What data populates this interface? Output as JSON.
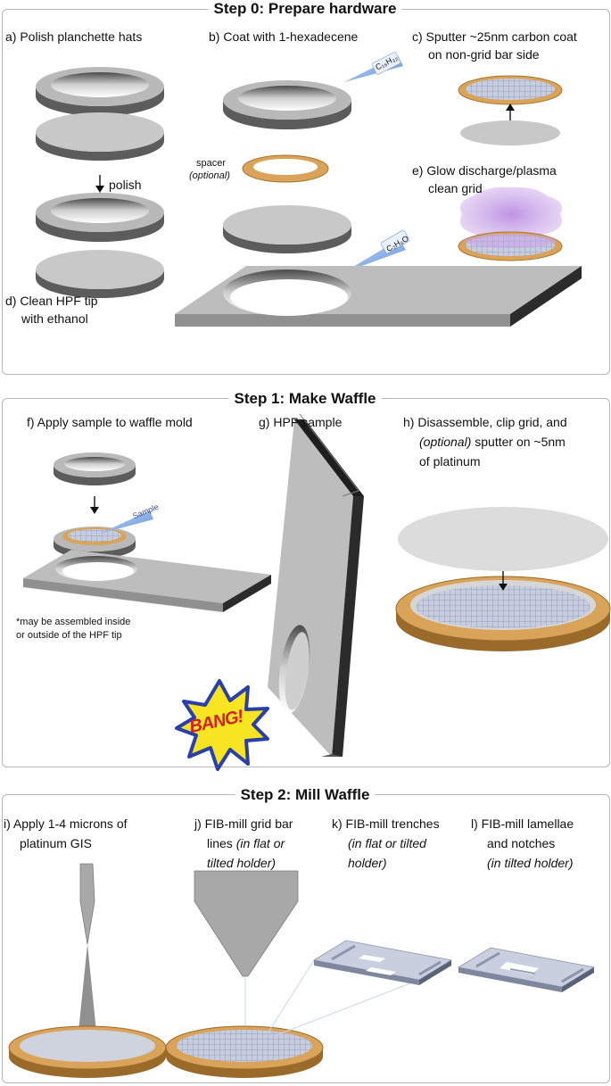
{
  "step0": {
    "title": "Step 0: Prepare hardware",
    "a": "a) Polish planchette hats",
    "polish": "polish",
    "b": "b) Coat with 1-hexadecene",
    "hexadecene_formula": "C₁₆H₃₂",
    "spacer": "spacer",
    "spacer_optional": "(optional)",
    "c_line1": "c) Sputter ~25nm carbon coat",
    "c_line2": "on non-grid bar side",
    "e_line1": "e) Glow discharge/plasma",
    "e_line2": "clean grid",
    "ethanol_formula": "C₂H₆O",
    "d_line1": "d) Clean HPF tip",
    "d_line2": "with ethanol"
  },
  "step1": {
    "title": "Step 1: Make Waffle",
    "f": "f) Apply sample to waffle mold",
    "sample": "Sample",
    "note_line1": "*may be assembled inside",
    "note_line2": "or outside of the HPF tip",
    "g": "g) HPF sample",
    "h_line1": "h) Disassemble, clip grid, and",
    "h_line2_italic": "(optional)",
    "h_line2_rest": " sputter on ~5nm",
    "h_line3": "of platinum",
    "bang": "BANG!"
  },
  "step2": {
    "title": "Step 2: Mill Waffle",
    "i_line1": "i) Apply 1-4 microns of",
    "i_line2": "platinum GIS",
    "j_line1": "j) FIB-mill grid bar",
    "j_line2": "lines",
    "j_line2_italic": "(in flat or",
    "j_line3_italic": "tilted holder)",
    "k_line1": "k) FIB-mill trenches",
    "k_line2_italic": "(in flat or tilted",
    "k_line3_italic": "holder)",
    "l_line1": "l) FIB-mill lamellae",
    "l_line2": "and notches",
    "l_line3_italic": "(in tilted holder)"
  },
  "colors": {
    "metal_top": "#b9b9b9",
    "metal_side": "#6e6e6e",
    "copper": "#d9a45a",
    "grid": "#aab4cf",
    "plasma": "#b98ee0",
    "pipette": "#8fb3e6",
    "panel_border": "#b7b7b7"
  }
}
